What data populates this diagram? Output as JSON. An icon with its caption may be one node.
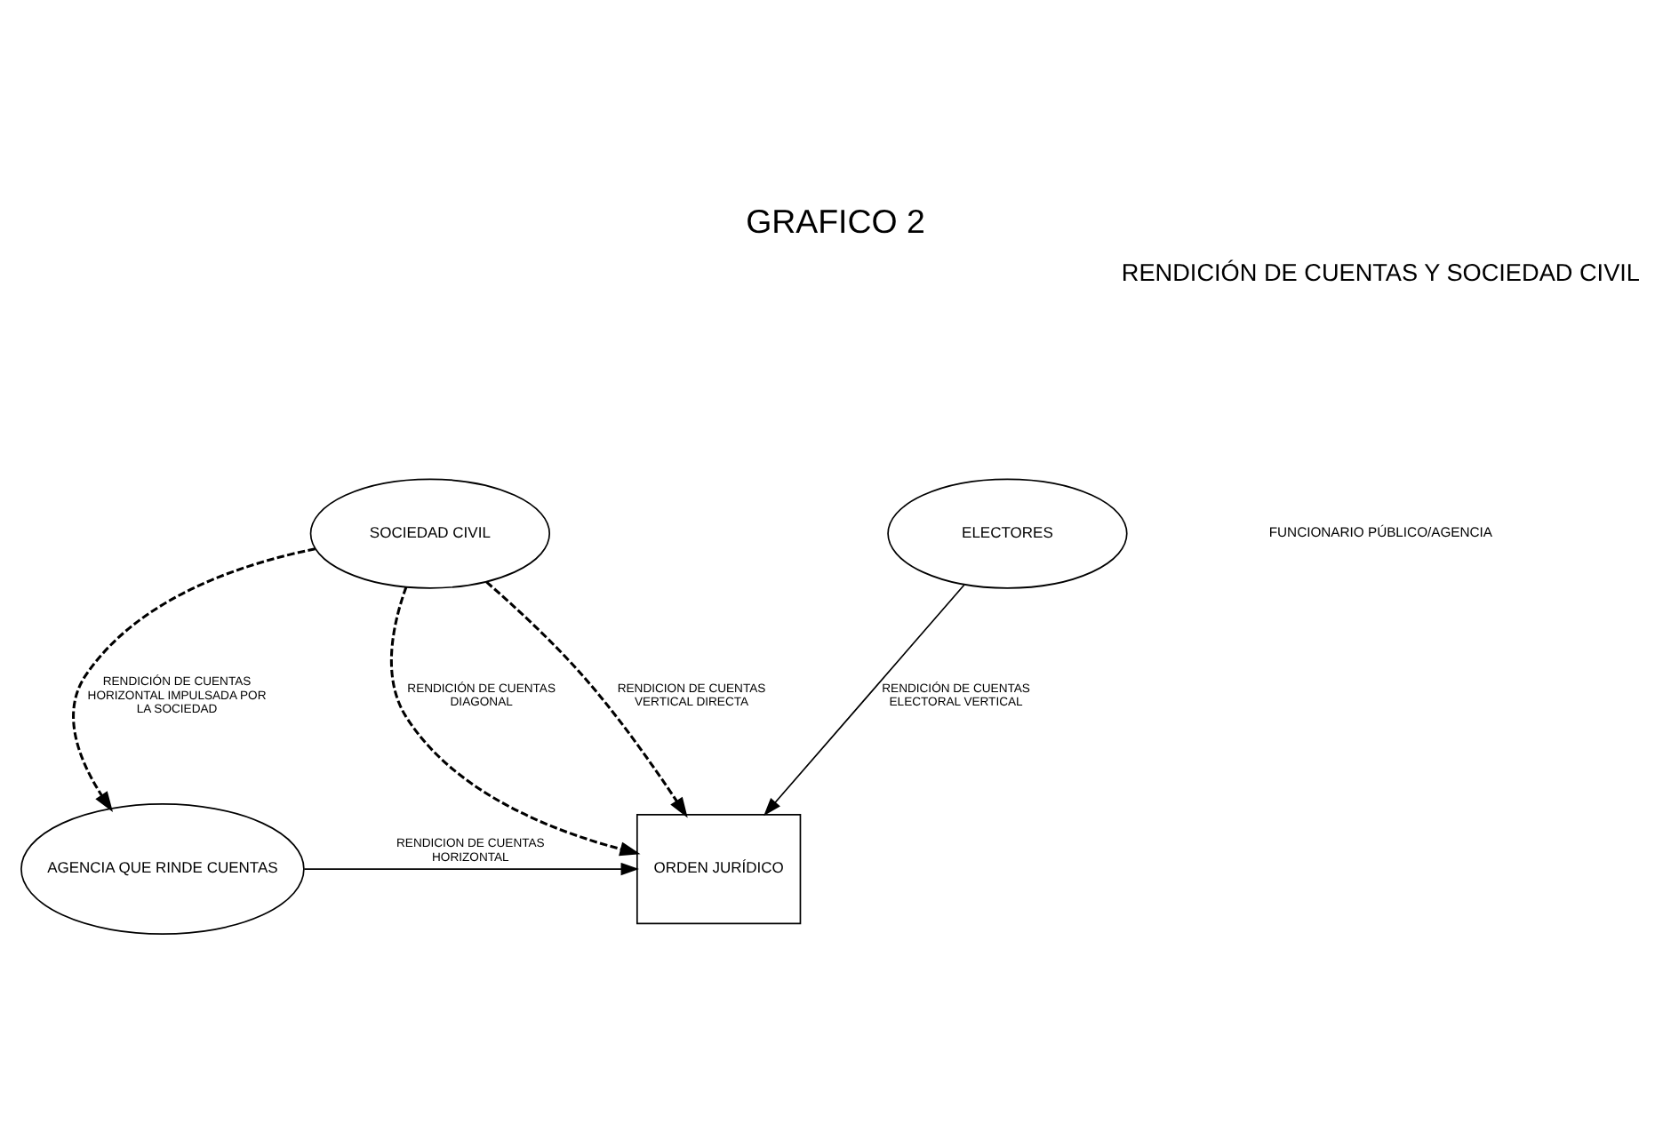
{
  "diagram": {
    "title": "GRAFICO 2",
    "nodes": [
      {
        "text": [
          "AGENCIA QUE RINDE CUENTAS"
        ]
      },
      {
        "text": [
          "ORDEN JURÍDICO"
        ]
      },
      {
        "text": [
          "SOCIEDAD CIVIL"
        ]
      },
      {
        "text": [
          "ELECTORES"
        ]
      }
    ],
    "edges": [
      {
        "from": 0,
        "to": 1,
        "arrow": "to",
        "label": "RENDICION DE CUENTAS HORIZONTAL"
      },
      {
        "from": 2,
        "to": 0,
        "arrow": "to",
        "style": "dashed",
        "label": "RENDICIÓN DE CUENTAS HORIZONTAL IMPULSADA POR LA SOCIEDAD"
      },
      {
        "from": 2,
        "to": 1,
        "arrow": "to",
        "style": "dashed",
        "label": "RENDICIÓN DE CUENTAS DIAGONAL"
      },
      {
        "from": 2,
        "to": 1,
        "arrow": "to",
        "style": "dashed",
        "label": "RENDICION DE CUENTAS VERTICAL DIRECTA"
      },
      {
        "from": 3,
        "to": 1,
        "arrow": "to",
        "label": "RENDICIÓN DE CUENTAS ELECTORAL VERTICAL"
      }
    ],
    "labels": [
      "RENDICIÓN DE CUENTAS Y SOCIEDAD CIVIL",
      "FUNCIONARIO PÚBLICO/AGENCIA"
    ]
  }
}
